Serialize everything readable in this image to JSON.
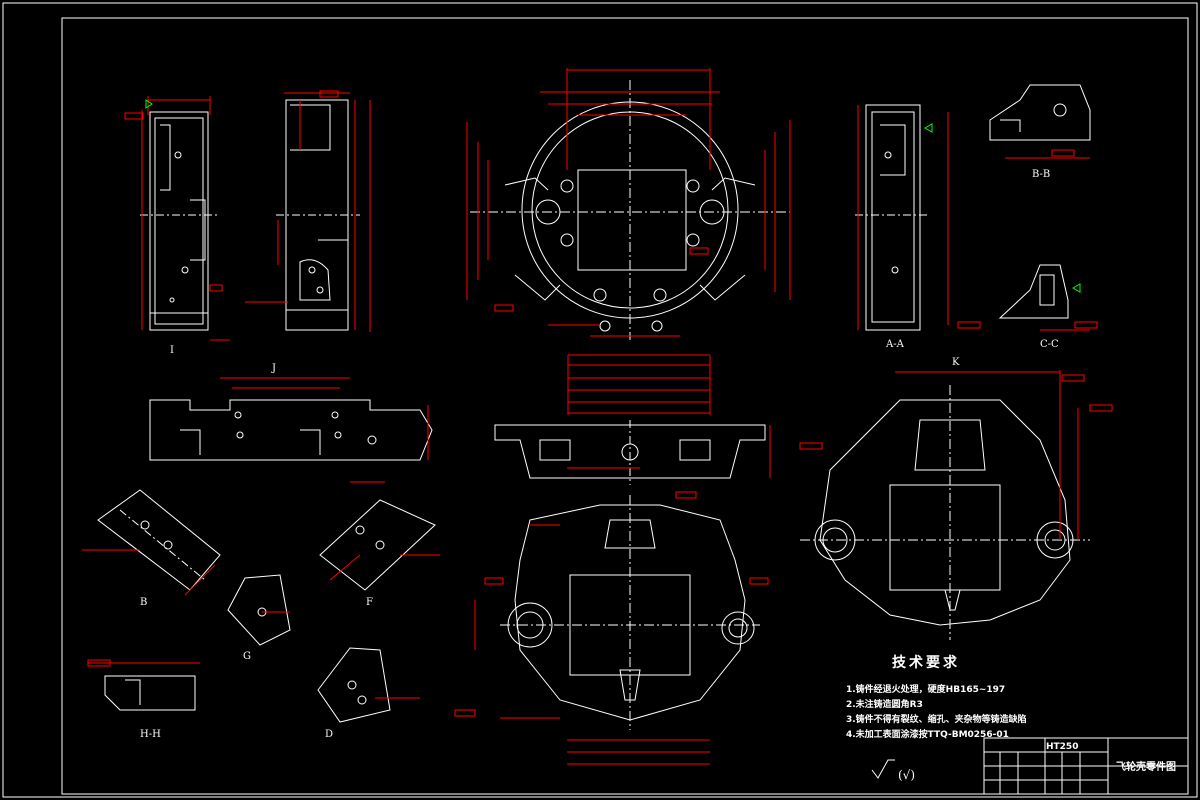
{
  "view_labels": {
    "I": "I",
    "J": "J",
    "K": "K",
    "AA": "A-A",
    "BB": "B-B",
    "CC": "C-C",
    "HH": "H-H",
    "B": "B",
    "F": "F",
    "G": "G",
    "D": "D"
  },
  "tech_requirements": {
    "title": "技术要求",
    "lines": [
      "1.铸件经退火处理，硬度HB165~197",
      "2.未注铸造圆角R3",
      "3.铸件不得有裂纹、缩孔、夹杂物等铸造缺陷",
      "4.未加工表面涂漆按TTQ-BM0256-01"
    ]
  },
  "title_block": {
    "material": "HT250",
    "part_name": "飞轮壳零件图"
  },
  "roughness_note": "(√)",
  "colors": {
    "background": "#000000",
    "geometry": "#ffffff",
    "dimension": "#ff0000",
    "annotation_green": "#00ff00"
  }
}
